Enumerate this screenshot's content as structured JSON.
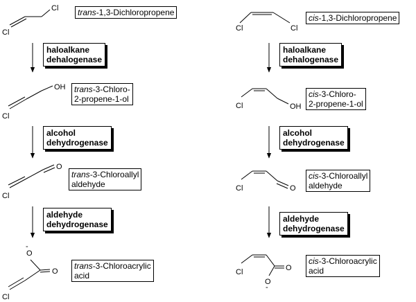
{
  "pathways": [
    {
      "isomer": "trans",
      "compounds": [
        {
          "prefix": "trans",
          "line1": "-1,3-Dichloropropene",
          "line2": ""
        },
        {
          "prefix": "trans",
          "line1": "-3-Chloro-",
          "line2": "2-propene-1-ol"
        },
        {
          "prefix": "trans",
          "line1": "-3-Chloroallyl",
          "line2": "aldehyde"
        },
        {
          "prefix": "trans",
          "line1": "-3-Chloroacrylic",
          "line2": "acid"
        }
      ]
    },
    {
      "isomer": "cis",
      "compounds": [
        {
          "prefix": "cis",
          "line1": "-1,3-Dichloropropene",
          "line2": ""
        },
        {
          "prefix": "cis",
          "line1": "-3-Chloro-",
          "line2": "2-propene-1-ol"
        },
        {
          "prefix": "cis",
          "line1": "-3-Chloroallyl",
          "line2": "aldehyde"
        },
        {
          "prefix": "cis",
          "line1": "-3-Chloroacrylic",
          "line2": "acid"
        }
      ]
    }
  ],
  "enzymes": [
    {
      "line1": "haloalkane",
      "line2": "dehalogenase"
    },
    {
      "line1": "alcohol",
      "line2": "dehydrogenase"
    },
    {
      "line1": "aldehyde",
      "line2": "dehydrogenase"
    }
  ],
  "atoms": {
    "chlorine": "Cl",
    "hydroxyl": "OH",
    "oxygen": "O",
    "charge": "-"
  }
}
